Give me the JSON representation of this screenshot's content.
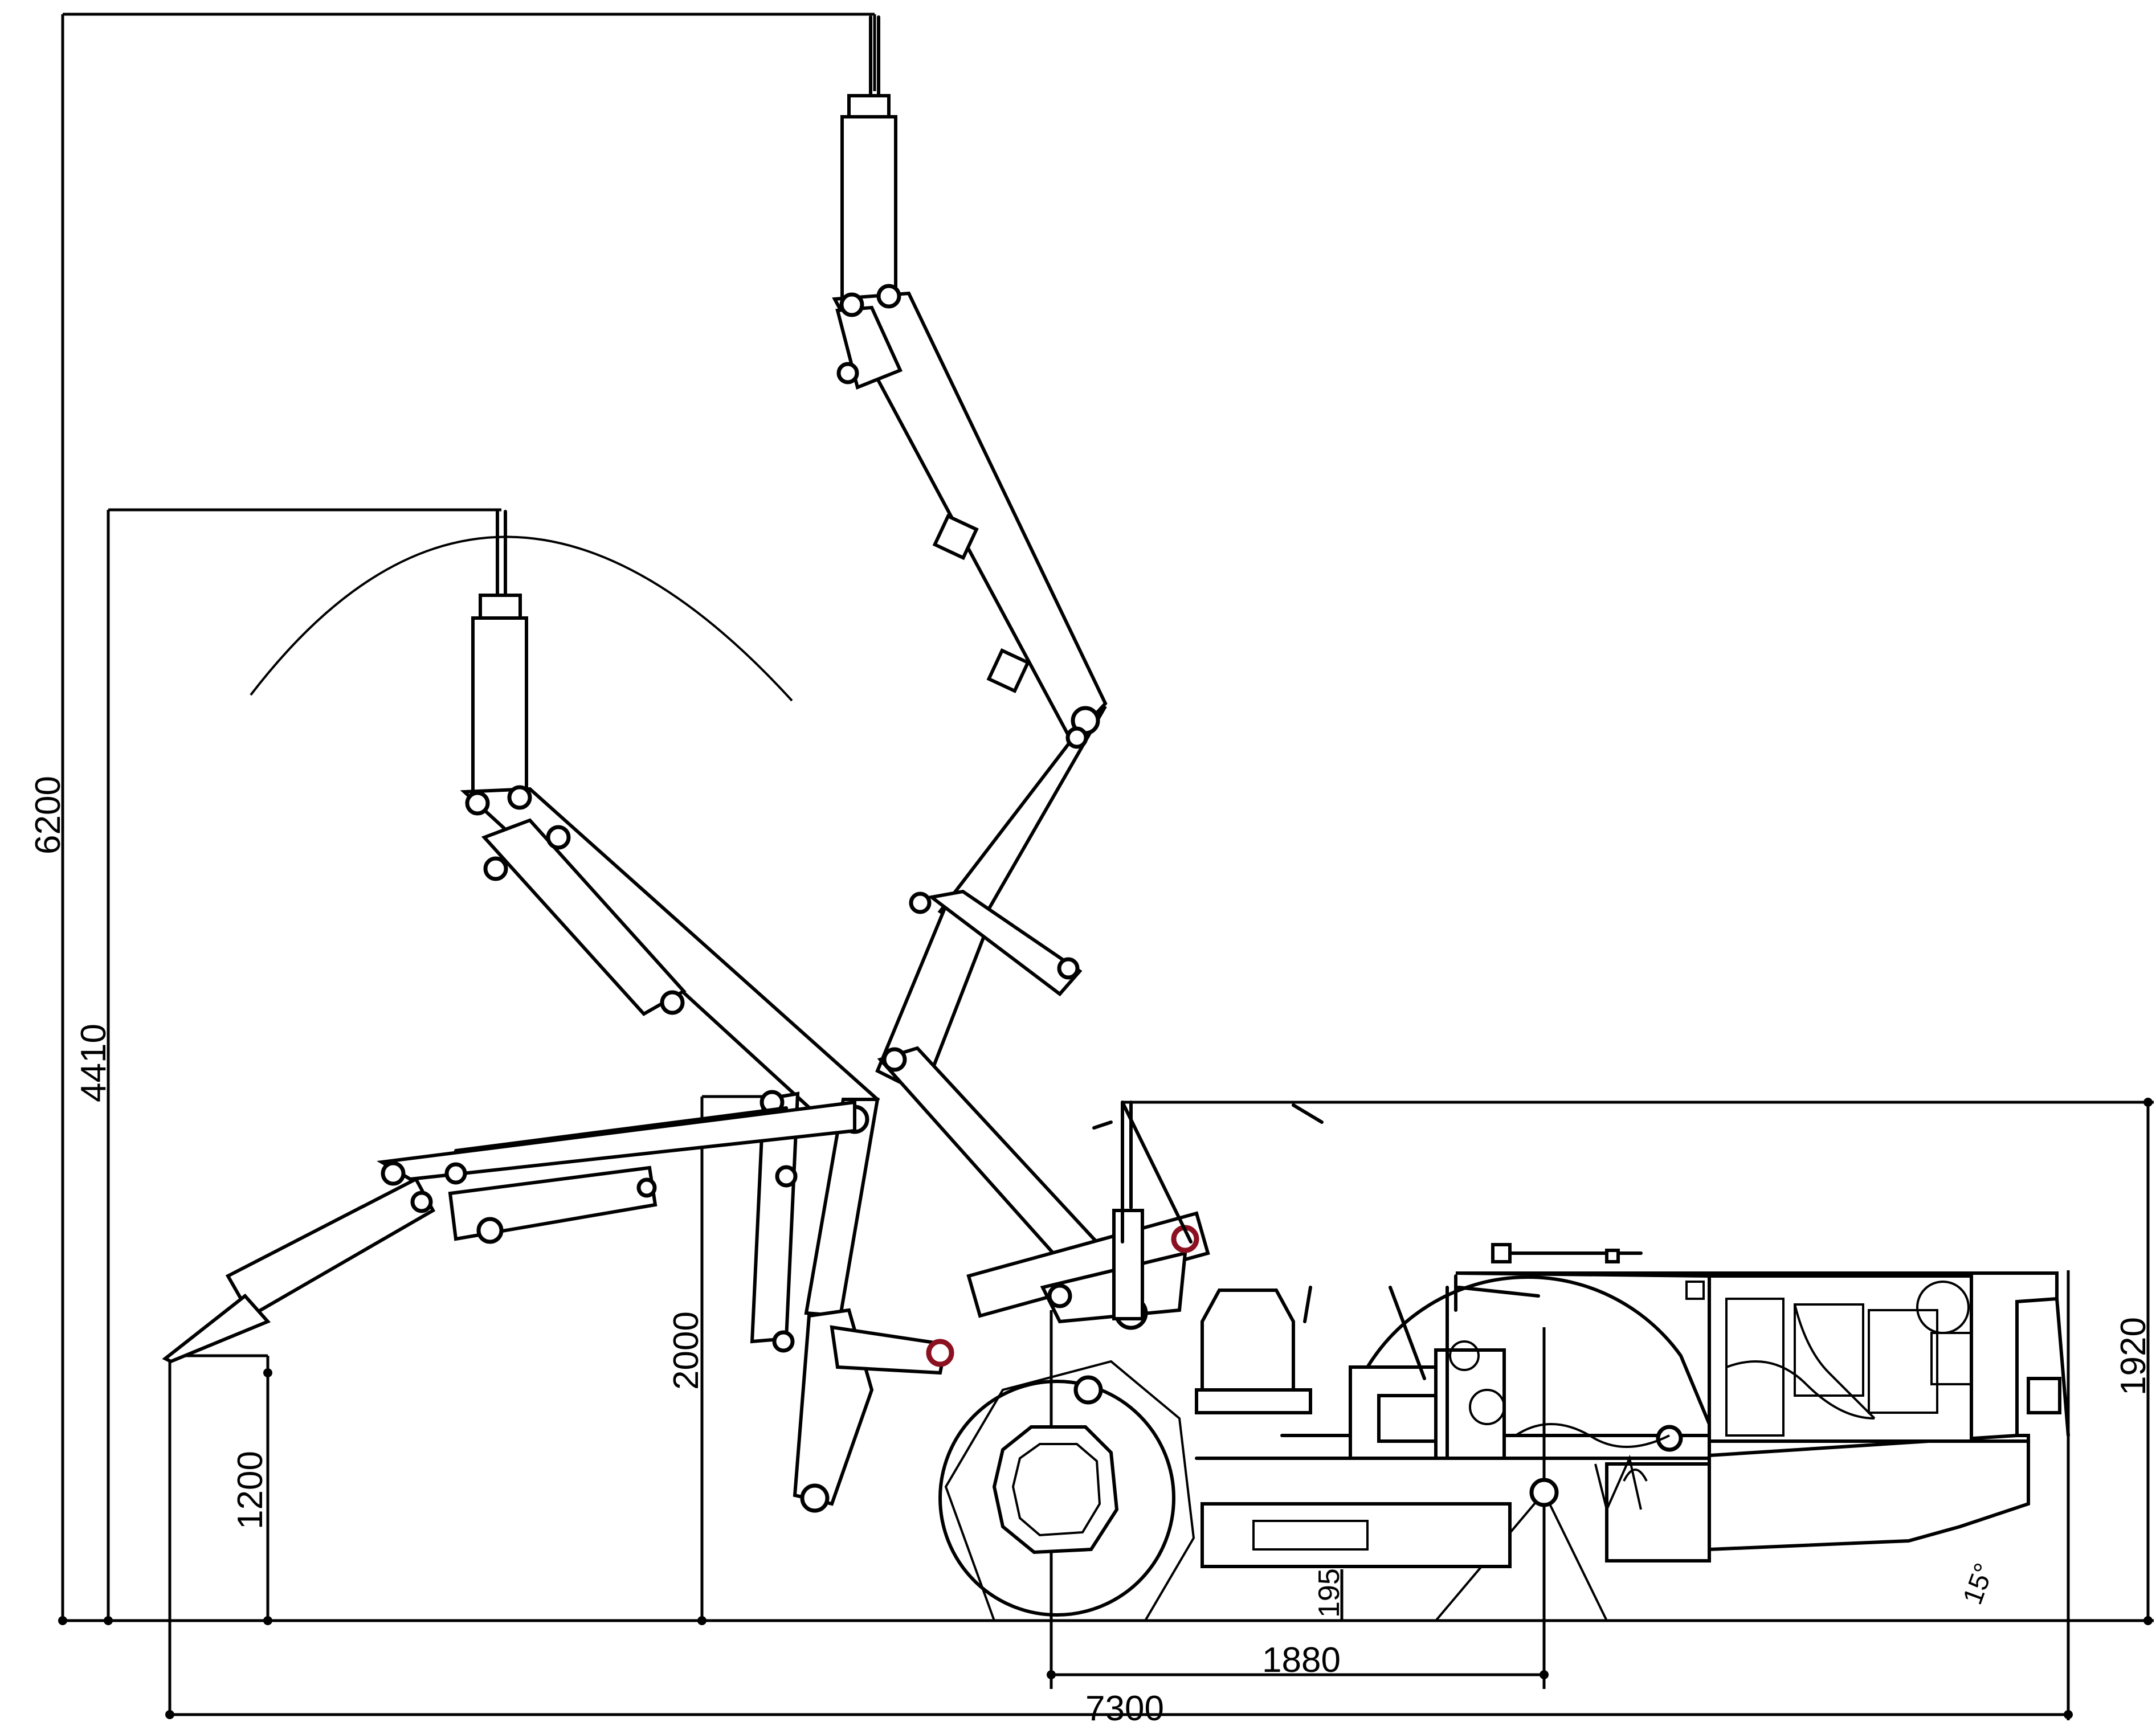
{
  "dimensions": {
    "max_height": "6200",
    "mid_height": "4410",
    "low_height": "1200",
    "machine_height": "2000",
    "rear_height": "1920",
    "wheelbase": "1880",
    "overall_length": "7300",
    "ground_clearance": "195",
    "departure_angle": "15°"
  }
}
